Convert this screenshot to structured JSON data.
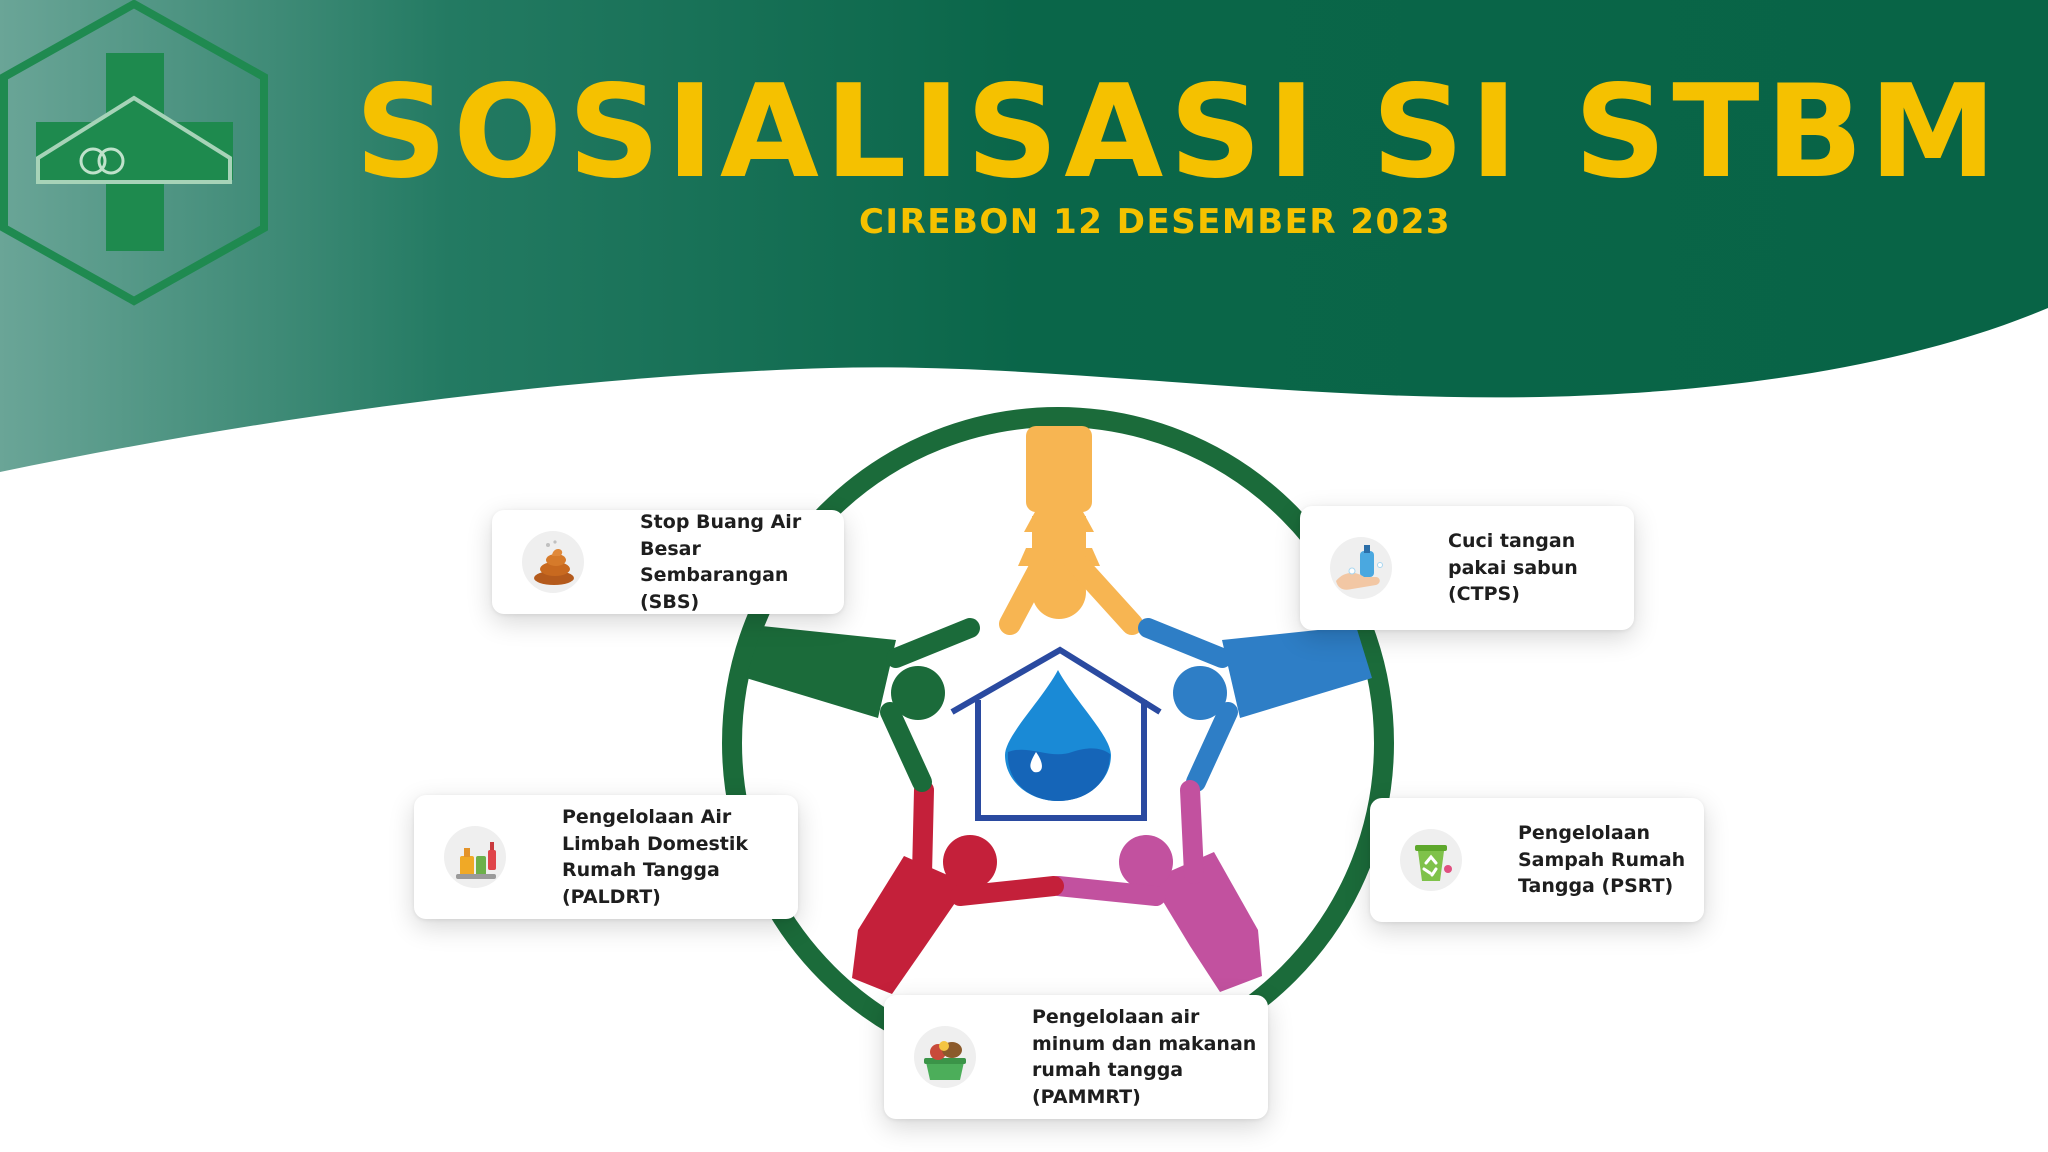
{
  "header": {
    "title": "SOSIALISASI SI STBM",
    "subtitle": "CIREBON 12 DESEMBER 2023"
  },
  "colors": {
    "dark_green": "#086446",
    "title_yellow": "#f5c100",
    "logo_green": "#1e8a4e",
    "ring_green": "#1b6b3a",
    "person_orange": "#f7b552",
    "person_blue": "#2e7ec6",
    "person_magenta": "#c2519f",
    "person_red": "#c4203a",
    "person_green": "#1b6b3a",
    "house_blue": "#2a4aa0",
    "drop_blue": "#1a8ad6"
  },
  "pillars": [
    {
      "label": "Stop Buang Air Besar\nSembarangan (SBS)",
      "icon": "poop-icon"
    },
    {
      "label": "Cuci tangan\npakai sabun\n(CTPS)",
      "icon": "hand-soap-icon"
    },
    {
      "label": "Pengelolaan Air\nLimbah Domestik\nRumah Tangga (PALDRT)",
      "icon": "waste-water-bottles-icon"
    },
    {
      "label": "Pengelolaan\nSampah Rumah\nTangga (PSRT)",
      "icon": "recycle-bin-icon"
    },
    {
      "label": "Pengelolaan air\nminum dan makanan\nrumah tangga (PAMMRT)",
      "icon": "food-basket-icon"
    }
  ]
}
